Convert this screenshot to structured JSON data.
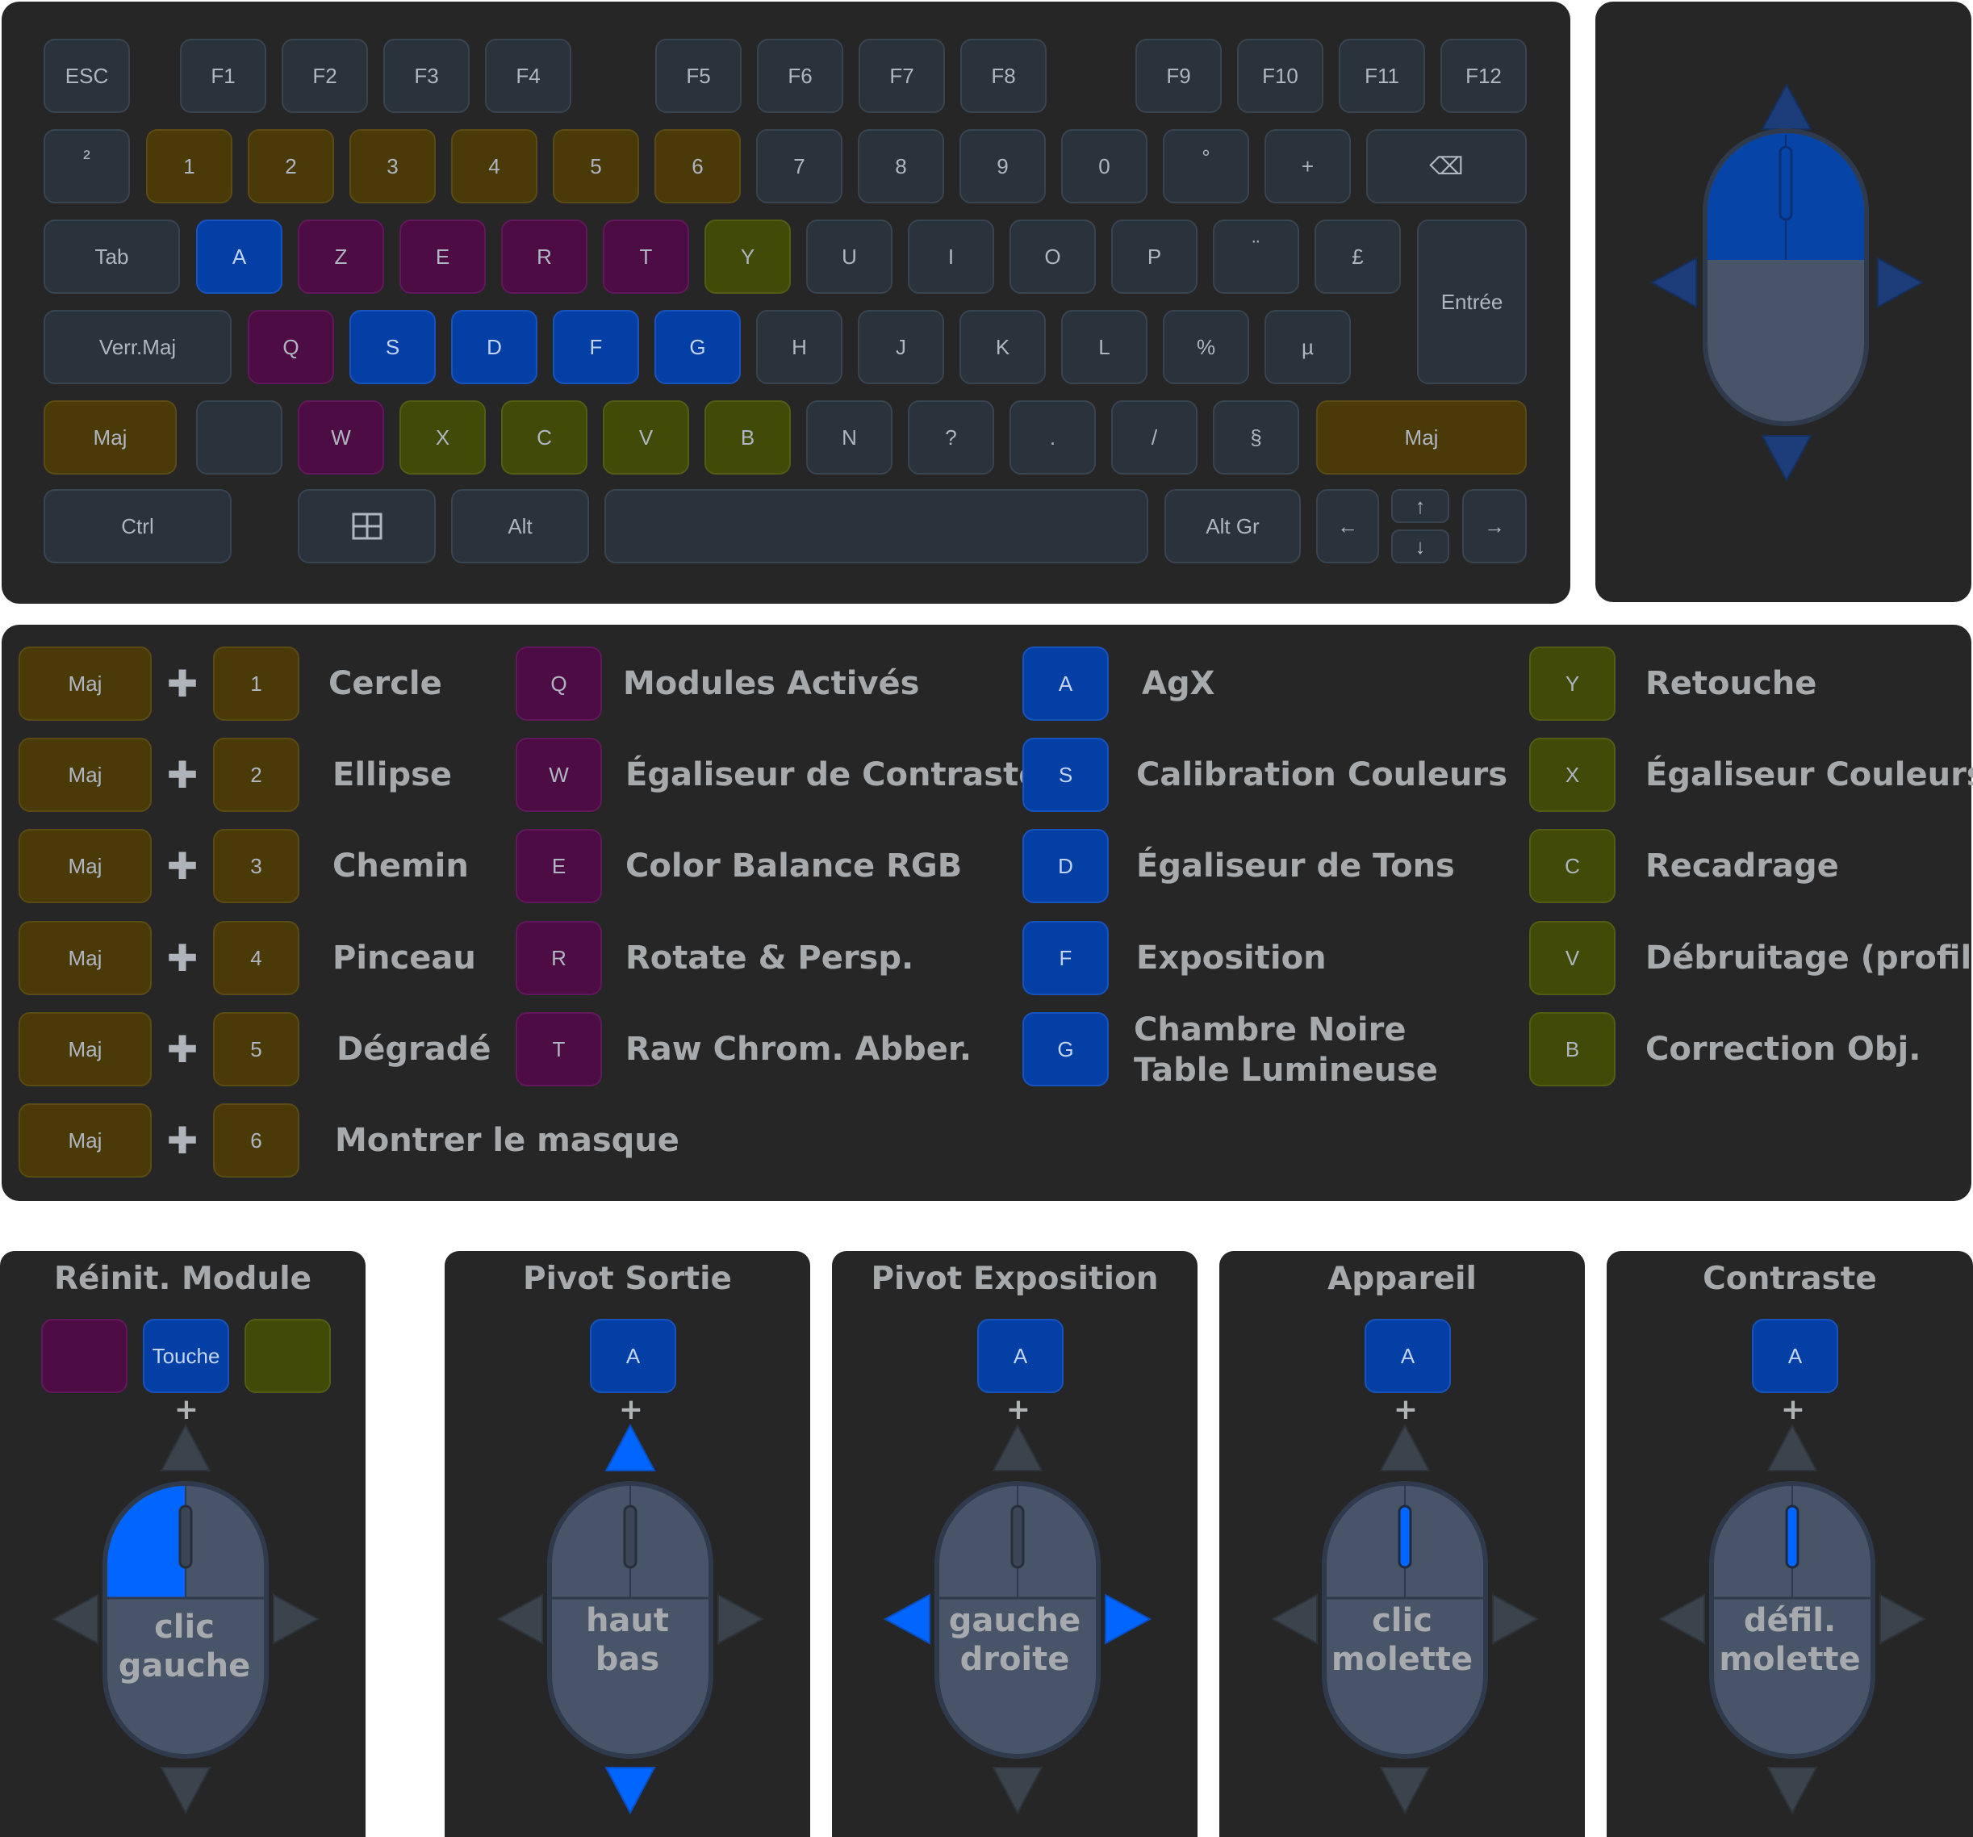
{
  "keyboard": {
    "row1": [
      "ESC",
      "F1",
      "F2",
      "F3",
      "F4",
      "F5",
      "F6",
      "F7",
      "F8",
      "F9",
      "F10",
      "F11",
      "F12"
    ],
    "row2": [
      "²",
      "1",
      "2",
      "3",
      "4",
      "5",
      "6",
      "7",
      "8",
      "9",
      "0",
      "°",
      "+",
      "⌫"
    ],
    "row3": [
      "Tab",
      "A",
      "Z",
      "E",
      "R",
      "T",
      "Y",
      "U",
      "I",
      "O",
      "P",
      "¨",
      "£"
    ],
    "enter": "Entrée",
    "row4": [
      "Verr.Maj",
      "Q",
      "S",
      "D",
      "F",
      "G",
      "H",
      "J",
      "K",
      "L",
      "%",
      "µ"
    ],
    "row5": [
      "Maj",
      "",
      "W",
      "X",
      "C",
      "V",
      "B",
      "N",
      "?",
      ".",
      "/",
      "§",
      "Maj"
    ],
    "row6": {
      "ctrl": "Ctrl",
      "alt": "Alt",
      "altgr": "Alt Gr",
      "left": "←",
      "up": "↑",
      "down": "↓",
      "right": "→"
    }
  },
  "legend": {
    "masks": [
      {
        "mod": "Maj",
        "key": "1",
        "label": "Cercle"
      },
      {
        "mod": "Maj",
        "key": "2",
        "label": "Ellipse"
      },
      {
        "mod": "Maj",
        "key": "3",
        "label": "Chemin"
      },
      {
        "mod": "Maj",
        "key": "4",
        "label": "Pinceau"
      },
      {
        "mod": "Maj",
        "key": "5",
        "label": "Dégradé"
      },
      {
        "mod": "Maj",
        "key": "6",
        "label": "Montrer le masque"
      }
    ],
    "purple": [
      {
        "key": "Q",
        "label": "Modules Activés"
      },
      {
        "key": "W",
        "label": "Égaliseur de Contraste"
      },
      {
        "key": "E",
        "label": "Color Balance RGB"
      },
      {
        "key": "R",
        "label": "Rotate & Persp."
      },
      {
        "key": "T",
        "label": "Raw Chrom. Abber."
      }
    ],
    "blue": [
      {
        "key": "A",
        "label": "AgX"
      },
      {
        "key": "S",
        "label": "Calibration Couleurs"
      },
      {
        "key": "D",
        "label": "Égaliseur de Tons"
      },
      {
        "key": "F",
        "label": "Exposition"
      },
      {
        "key": "G",
        "label": "Chambre Noire",
        "label2": "Table Lumineuse"
      }
    ],
    "green": [
      {
        "key": "Y",
        "label": "Retouche"
      },
      {
        "key": "X",
        "label": "Égaliseur Couleurs"
      },
      {
        "key": "C",
        "label": "Recadrage"
      },
      {
        "key": "V",
        "label": "Débruitage (profil)"
      },
      {
        "key": "B",
        "label": "Correction Obj."
      }
    ],
    "plus": "✚"
  },
  "mouse_panels": [
    {
      "title": "Réinit. Module",
      "key": "Touche",
      "plus": "+",
      "line1": "clic",
      "line2": "gauche"
    },
    {
      "title": "Pivot Sortie",
      "key": "A",
      "plus": "+",
      "line1": "haut",
      "line2": "bas"
    },
    {
      "title": "Pivot Exposition",
      "key": "A",
      "plus": "+",
      "line1": "gauche",
      "line2": "droite"
    },
    {
      "title": "Appareil",
      "key": "A",
      "plus": "+",
      "line1": "clic",
      "line2": "molette"
    },
    {
      "title": "Contraste",
      "key": "A",
      "plus": "+",
      "line1": "défil.",
      "line2": "molette"
    }
  ],
  "colors": {
    "panel": "#262626",
    "key": "#2a323c",
    "yellow": "#4a3a07",
    "purple": "#4e0c45",
    "green": "#414a07",
    "blue": "#033fa5",
    "highlight": "#0066ff",
    "mouse": "#485468"
  }
}
